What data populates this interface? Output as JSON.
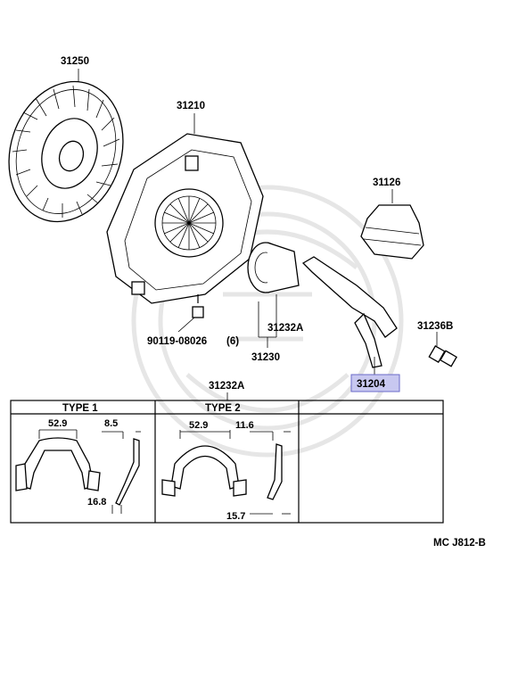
{
  "labels": {
    "clutch_disc": "31250",
    "clutch_cover": "31210",
    "boot": "31126",
    "bolt": "90119-08026",
    "bolt_qty": "(6)",
    "bearing_hub": "31232A",
    "bearing_assy": "31230",
    "fork_support": "31236B",
    "release_fork": "31204",
    "clip_table": "31232A"
  },
  "table": {
    "type1": "TYPE 1",
    "type2": "TYPE 2",
    "t1_width": "52.9",
    "t1_gap": "8.5",
    "t1_depth": "16.8",
    "t2_width": "52.9",
    "t2_gap": "11.6",
    "t2_depth": "15.7"
  },
  "footer": {
    "code": "MC J812-B"
  },
  "colors": {
    "highlight": "#c8c8f0",
    "highlight_border": "#6a6ac8"
  }
}
